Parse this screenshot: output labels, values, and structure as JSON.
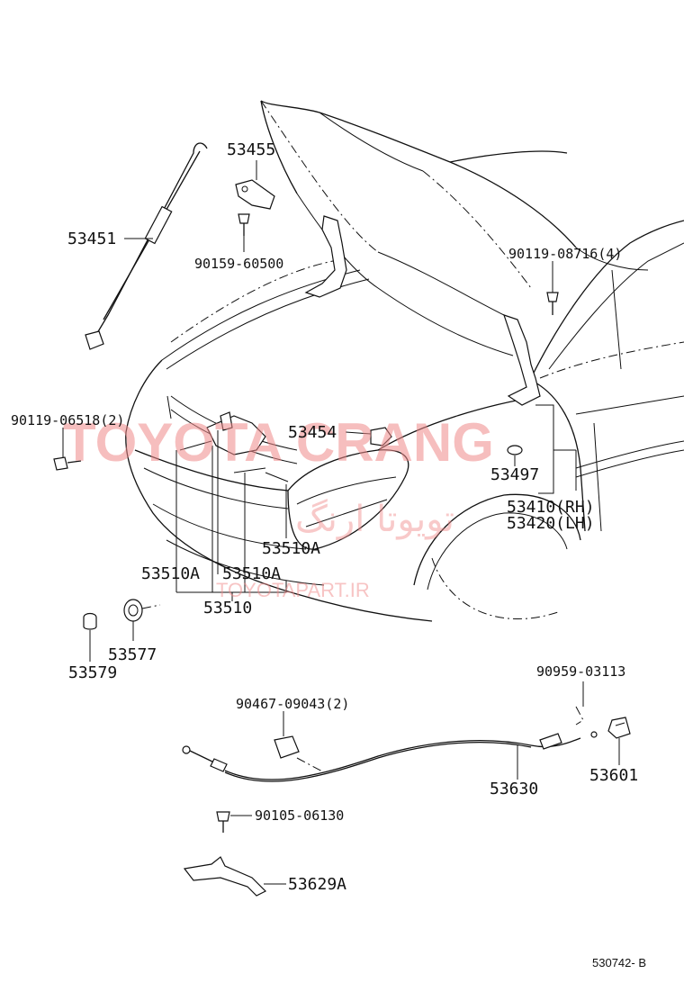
{
  "labels": {
    "p53455": "53455",
    "p53451": "53451",
    "p90159": "90159-60500",
    "p90119a": "90119-08716(4)",
    "p90119b": "90119-06518(2)",
    "p53454": "53454",
    "p53497": "53497",
    "p53410": "53410(RH)",
    "p53420": "53420(LH)",
    "p53510A_1": "53510A",
    "p53510A_2": "53510A",
    "p53510A_3": "53510A",
    "p53510": "53510",
    "p53577": "53577",
    "p53579": "53579",
    "p90959": "90959-03113",
    "p90467": "90467-09043(2)",
    "p53630": "53630",
    "p53601": "53601",
    "p90105": "90105-06130",
    "p53629A": "53629A"
  },
  "watermark": {
    "main": "TOYOTA CRANG",
    "persian": "تویوتا ارنگ",
    "site": "TOYOTAPART.IR"
  },
  "figure_ref": "530742- B"
}
